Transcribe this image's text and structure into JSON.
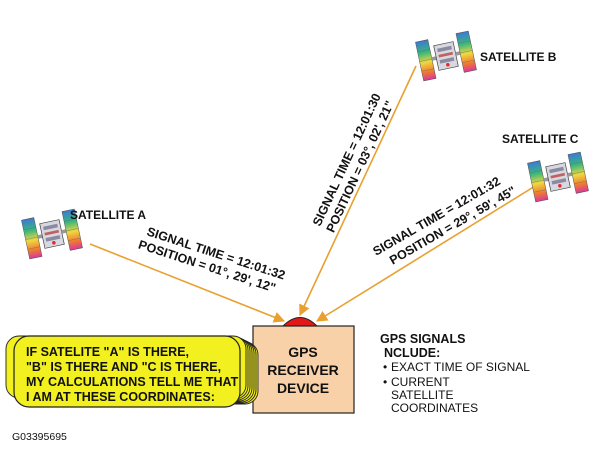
{
  "satellites": {
    "a": {
      "label": "SATELLITE A",
      "signal_time": "SIGNAL TIME = 12:01:32",
      "position": "POSITION = 01°, 29', 12\""
    },
    "b": {
      "label": "SATELLITE B",
      "signal_time": "SIGNAL TIME = 12:01:30",
      "position": "POSITION = 03°, 02', 21\""
    },
    "c": {
      "label": "SATELLITE C",
      "signal_time": "SIGNAL TIME = 12:01:32",
      "position": "POSITION = 29°, 59', 45\""
    }
  },
  "receiver": {
    "lines": [
      "GPS",
      "RECEIVER",
      "DEVICE"
    ]
  },
  "bubble": {
    "lines": [
      "IF SATELITE \"A\" IS THERE,",
      "\"B\" IS THERE AND \"C IS THERE,",
      "MY CALCULATIONS TELL ME THAT",
      "I AM AT THESE COORDINATES:"
    ]
  },
  "gps_signals": {
    "heading": [
      "GPS SIGNALS",
      "NCLUDE:"
    ],
    "items": [
      {
        "bullet": "•",
        "lines": [
          "EXACT TIME OF SIGNAL"
        ]
      },
      {
        "bullet": "•",
        "lines": [
          "CURRENT",
          "SATELLITE",
          "COORDINATES"
        ]
      }
    ]
  },
  "figure_id": "G03395695",
  "colors": {
    "signal_line": "#e8a030",
    "bubble_fill": "#f2f01e",
    "receiver_fill": "#f9d1a8",
    "receiver_button": "#e01818"
  }
}
